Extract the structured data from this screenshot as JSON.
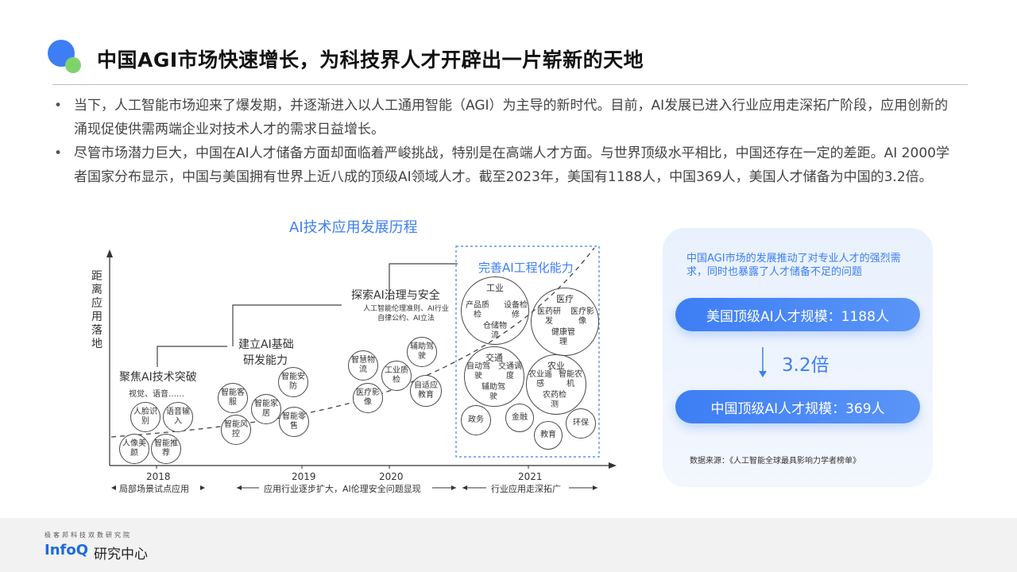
{
  "header": {
    "title": "中国AGI市场快速增长，为科技界人才开辟出一片崭新的天地"
  },
  "bullets": [
    "当下，人工智能市场迎来了爆发期，并逐渐进入以人工通用智能（AGI）为主导的新时代。目前，AI发展已进入行业应用走深拓广阶段，应用创新的涌现促使供需两端企业对技术人才的需求日益增长。",
    "尽管市场潜力巨大，中国在AI人才储备方面却面临着严峻挑战，特别是在高端人才方面。与世界顶级水平相比，中国还存在一定的差距。AI 2000学者国家分布显示，中国与美国拥有世界上近八成的顶级AI领域人才。截至2023年，美国有1188人，中国369人，美国人才储备为中国的3.2倍。"
  ],
  "diagram": {
    "title": "AI技术应用发展历程",
    "y_axis_label": "距离应用落地",
    "stages": {
      "s1_title": "聚焦AI技术突破",
      "s1_sub": "视觉、语音……",
      "s2_title_1": "建立AI基础",
      "s2_title_2": "研发能力",
      "s3_title": "探索AI治理与安全",
      "s3_sub_1": "人工智能伦理准则、AI行业",
      "s3_sub_2": "自律公约、AI立法",
      "s4_title": "完善AI工程化能力"
    },
    "bubbles": {
      "b2018_1": "人脸识别",
      "b2018_2": "语音输入",
      "b2018_3": "人像美颜",
      "b2018_4": "智能推荐",
      "b2019_1": "智能客服",
      "b2019_2": "智能家居",
      "b2019_3": "智能安防",
      "b2019_4": "智能风控",
      "b2019_5": "智能零售",
      "b2020_1": "智慧物流",
      "b2020_2": "工业质检",
      "b2020_3": "辅助驾驶",
      "b2020_4": "医疗影像",
      "b2020_5": "自适应教育",
      "ind": "工业",
      "ind_1": "产品质检",
      "ind_2": "设备检修",
      "ind_3": "仓储物流",
      "med": "医疗",
      "med_1": "医药研发",
      "med_2": "医疗影像",
      "med_3": "健康管理",
      "tra": "交通",
      "tra_1": "自动驾驶",
      "tra_2": "交通调度",
      "tra_3": "辅助驾驶",
      "agr": "农业",
      "agr_1": "农业遥感",
      "agr_2": "智能农机",
      "agr_3": "农药检测",
      "gov": "政务",
      "fin": "金融",
      "edu": "教育",
      "env": "环保"
    },
    "years": [
      "2018",
      "2019",
      "2020",
      "2021"
    ],
    "phases": {
      "p1": "局部场景试点应用",
      "p2": "应用行业逐步扩大，AI伦理安全问题显现",
      "p3": "行业应用走深拓广"
    }
  },
  "panel": {
    "desc": "中国AGI市场的发展推动了对专业人才的强烈需求，同时也暴露了人才储备不足的问题",
    "us_label": "美国顶级AI人才规模：1188人",
    "ratio": "3.2倍",
    "cn_label": "中国顶级AI人才规模：369人",
    "source": "数据来源：《人工智能全球最具影响力学者榜单》"
  },
  "footer": {
    "sub": "极客邦科技双数研究院",
    "logo": "InfoQ",
    "logo_name": "研究中心"
  },
  "colors": {
    "accent": "#3d7ef5",
    "accent_green": "#7fd36b"
  }
}
